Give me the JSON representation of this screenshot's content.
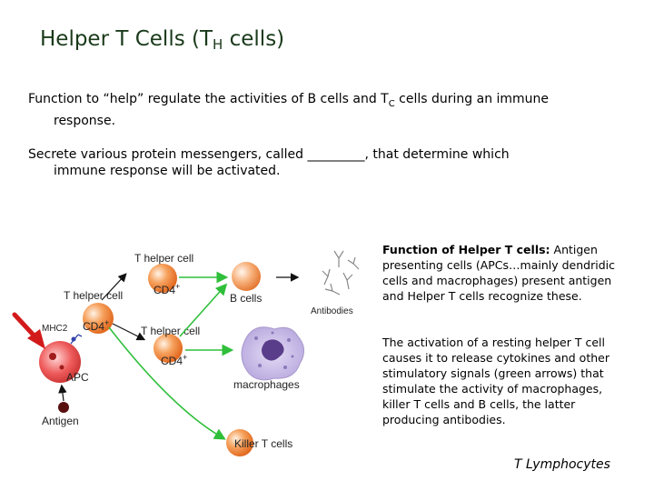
{
  "slide": {
    "title_main": "Helper T Cells (T",
    "title_sub": "H",
    "title_end": " cells)",
    "para1_a": "Function to “help” regulate the activities of B cells and  T",
    "para1_sub": "C",
    "para1_b": " cells during an immune",
    "para1_c": "response.",
    "para2_a": "Secrete various protein messengers, called _________, that determine which",
    "para2_b": "immune response will be activated.",
    "side1_bold": "Function of Helper T cells:",
    "side1_text": " Antigen presenting cells (APCs…mainly dendridic cells and macrophages) present antigen and Helper T cells recognize these.",
    "side2_text": "The activation of a resting helper T cell causes it to release cytokines and other stimulatory signals (green arrows) that stimulate the activity of macrophages, killer T cells and B cells, the latter producing antibodies.",
    "footer": "T Lymphocytes"
  },
  "diagram": {
    "t_helper_cell_top": "T helper cell",
    "cd4_top": "CD4",
    "cd4_plus": "+",
    "b_cells": "B cells",
    "antibodies": "Antibodies",
    "t_helper_cell_left": "T helper cell",
    "mhc2": "MHC2",
    "cd4_left": "CD4",
    "t_helper_cell_mid": "T helper cell",
    "cd4_mid": "CD4",
    "macrophages": "macrophages",
    "apc": "APC",
    "antigen": "Antigen",
    "killer_t_cells": "Killer T cells",
    "colors": {
      "green_arrow": "#2fbf3a",
      "red_arrow": "#d31a1a",
      "cell_orange": "#f08a3c",
      "apc_red": "#e84848"
    }
  }
}
